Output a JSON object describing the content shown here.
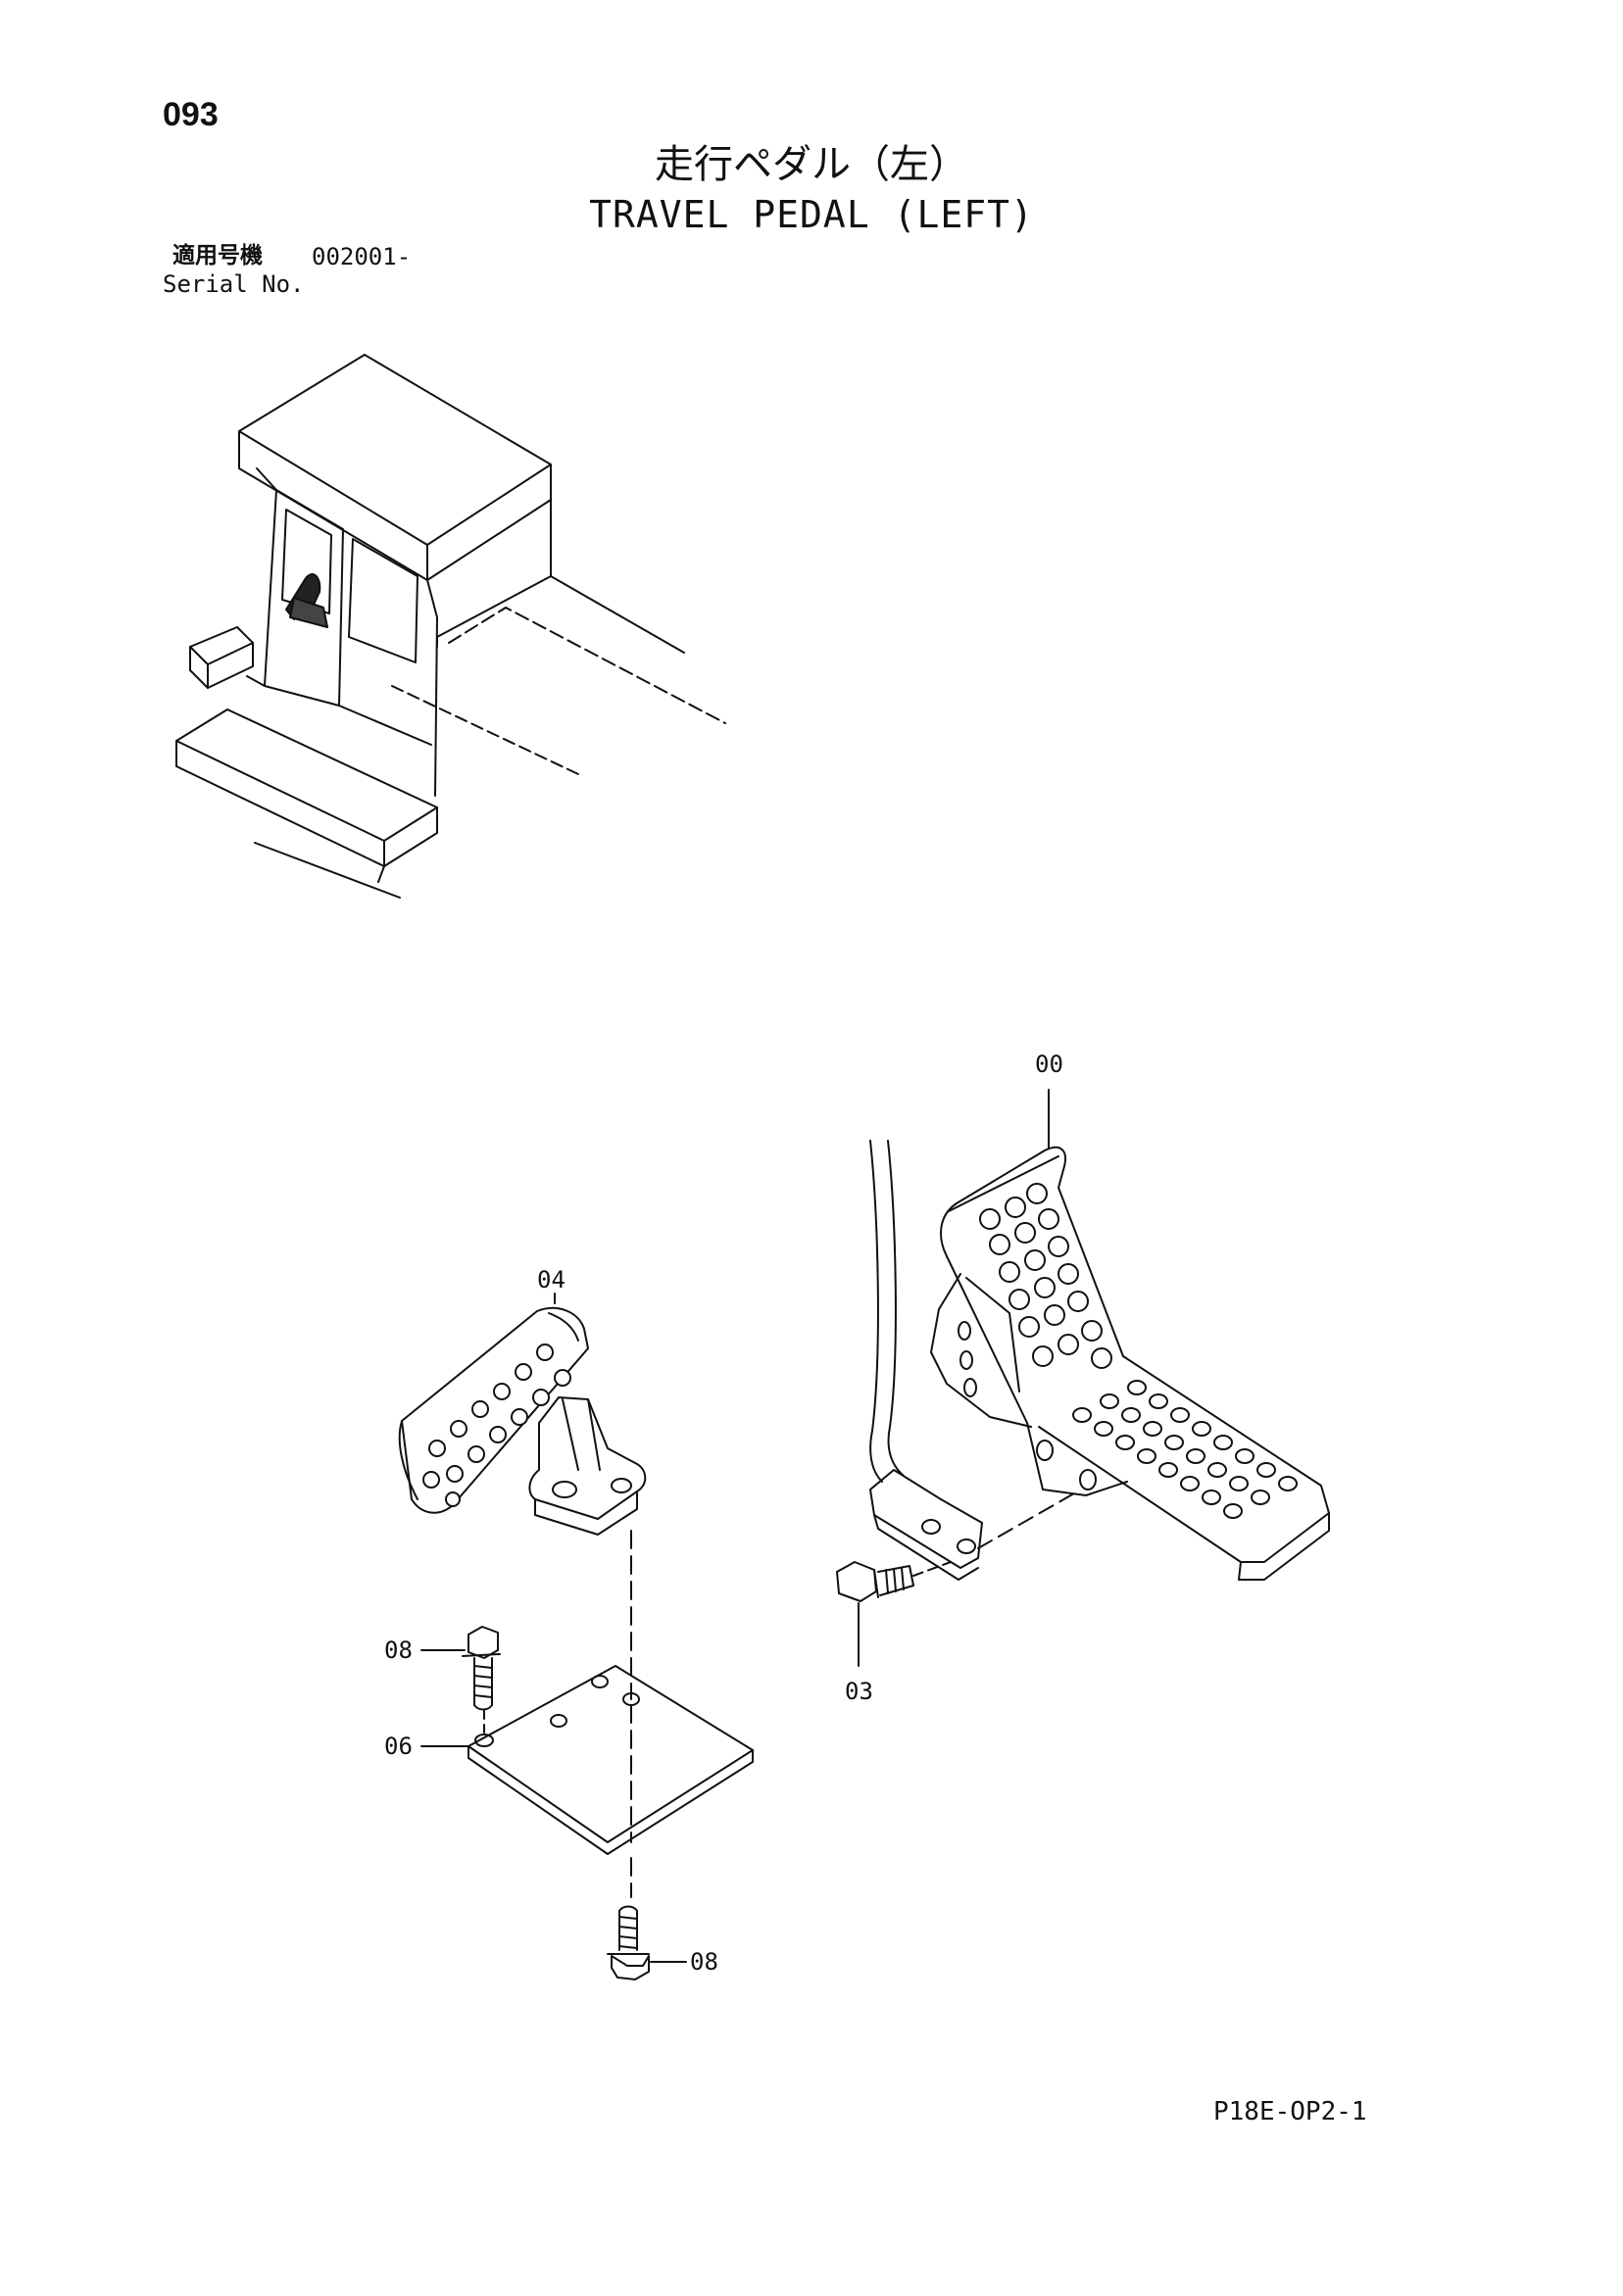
{
  "header": {
    "page_number": "093",
    "title_jp": "走行ペダル（左）",
    "title_en": "TRAVEL PEDAL (LEFT)"
  },
  "serial": {
    "label_jp": "適用号機",
    "value": "002001-",
    "label_en": "Serial No."
  },
  "callouts": {
    "part_00": "00",
    "part_03": "03",
    "part_04": "04",
    "part_06": "06",
    "part_08_upper": "08",
    "part_08_lower": "08"
  },
  "footer": {
    "doc_code": "P18E-OP2-1"
  }
}
